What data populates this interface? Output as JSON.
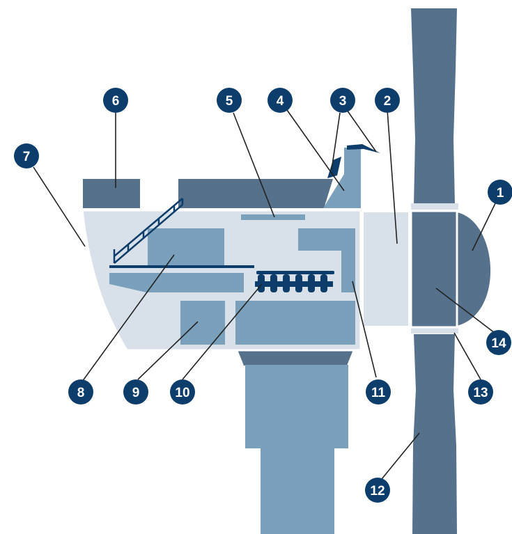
{
  "colors": {
    "dark": "#56718b",
    "medium": "#7aa0bb",
    "light": "#d8e0e9",
    "outline": "#ffffff",
    "badge": "#0c3d6b",
    "leader": "#222222"
  },
  "labels": [
    "1",
    "2",
    "3",
    "4",
    "5",
    "6",
    "7",
    "8",
    "9",
    "10",
    "11",
    "12",
    "13",
    "14"
  ]
}
